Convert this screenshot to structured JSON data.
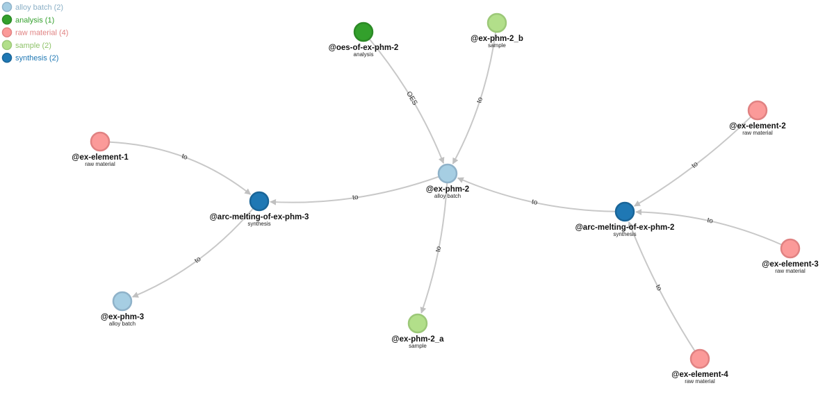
{
  "legend": [
    {
      "type": "alloy batch",
      "label": "alloy batch (2)",
      "fill": "#a6cee3",
      "stroke": "#8fb2c9",
      "text_color": "#8aafc6"
    },
    {
      "type": "analysis",
      "label": "analysis (1)",
      "fill": "#33a02c",
      "stroke": "#2c8a26",
      "text_color": "#33a02c"
    },
    {
      "type": "raw material",
      "label": "raw material (4)",
      "fill": "#fb9a99",
      "stroke": "#e08282",
      "text_color": "#e08282"
    },
    {
      "type": "sample",
      "label": "sample (2)",
      "fill": "#b2df8a",
      "stroke": "#9cc878",
      "text_color": "#8fc36a"
    },
    {
      "type": "synthesis",
      "label": "synthesis (2)",
      "fill": "#1f78b4",
      "stroke": "#1a6598",
      "text_color": "#1f78b4"
    }
  ],
  "nodes": [
    {
      "id": "oes",
      "name": "@oes-of-ex-phm-2",
      "type": "analysis"
    },
    {
      "id": "phm2b",
      "name": "@ex-phm-2_b",
      "type": "sample"
    },
    {
      "id": "el2",
      "name": "@ex-element-2",
      "type": "raw material"
    },
    {
      "id": "el1",
      "name": "@ex-element-1",
      "type": "raw material"
    },
    {
      "id": "phm2",
      "name": "@ex-phm-2",
      "type": "alloy batch"
    },
    {
      "id": "arc3",
      "name": "@arc-melting-of-ex-phm-3",
      "type": "synthesis"
    },
    {
      "id": "arc2",
      "name": "@arc-melting-of-ex-phm-2",
      "type": "synthesis"
    },
    {
      "id": "el3",
      "name": "@ex-element-3",
      "type": "raw material"
    },
    {
      "id": "phm3",
      "name": "@ex-phm-3",
      "type": "alloy batch"
    },
    {
      "id": "phm2a",
      "name": "@ex-phm-2_a",
      "type": "sample"
    },
    {
      "id": "el4",
      "name": "@ex-element-4",
      "type": "raw material"
    }
  ],
  "edges": [
    {
      "from": "oes",
      "to": "phm2",
      "label": "OES"
    },
    {
      "from": "phm2b",
      "to": "phm2",
      "label": "to"
    },
    {
      "from": "el1",
      "to": "arc3",
      "label": "to"
    },
    {
      "from": "phm2",
      "to": "arc3",
      "label": "to"
    },
    {
      "from": "arc2",
      "to": "phm2",
      "label": "to"
    },
    {
      "from": "el2",
      "to": "arc2",
      "label": "to"
    },
    {
      "from": "el3",
      "to": "arc2",
      "label": "to"
    },
    {
      "from": "el4",
      "to": "arc2",
      "label": "to"
    },
    {
      "from": "arc3",
      "to": "phm3",
      "label": "to"
    },
    {
      "from": "phm2",
      "to": "phm2a",
      "label": "to"
    }
  ]
}
